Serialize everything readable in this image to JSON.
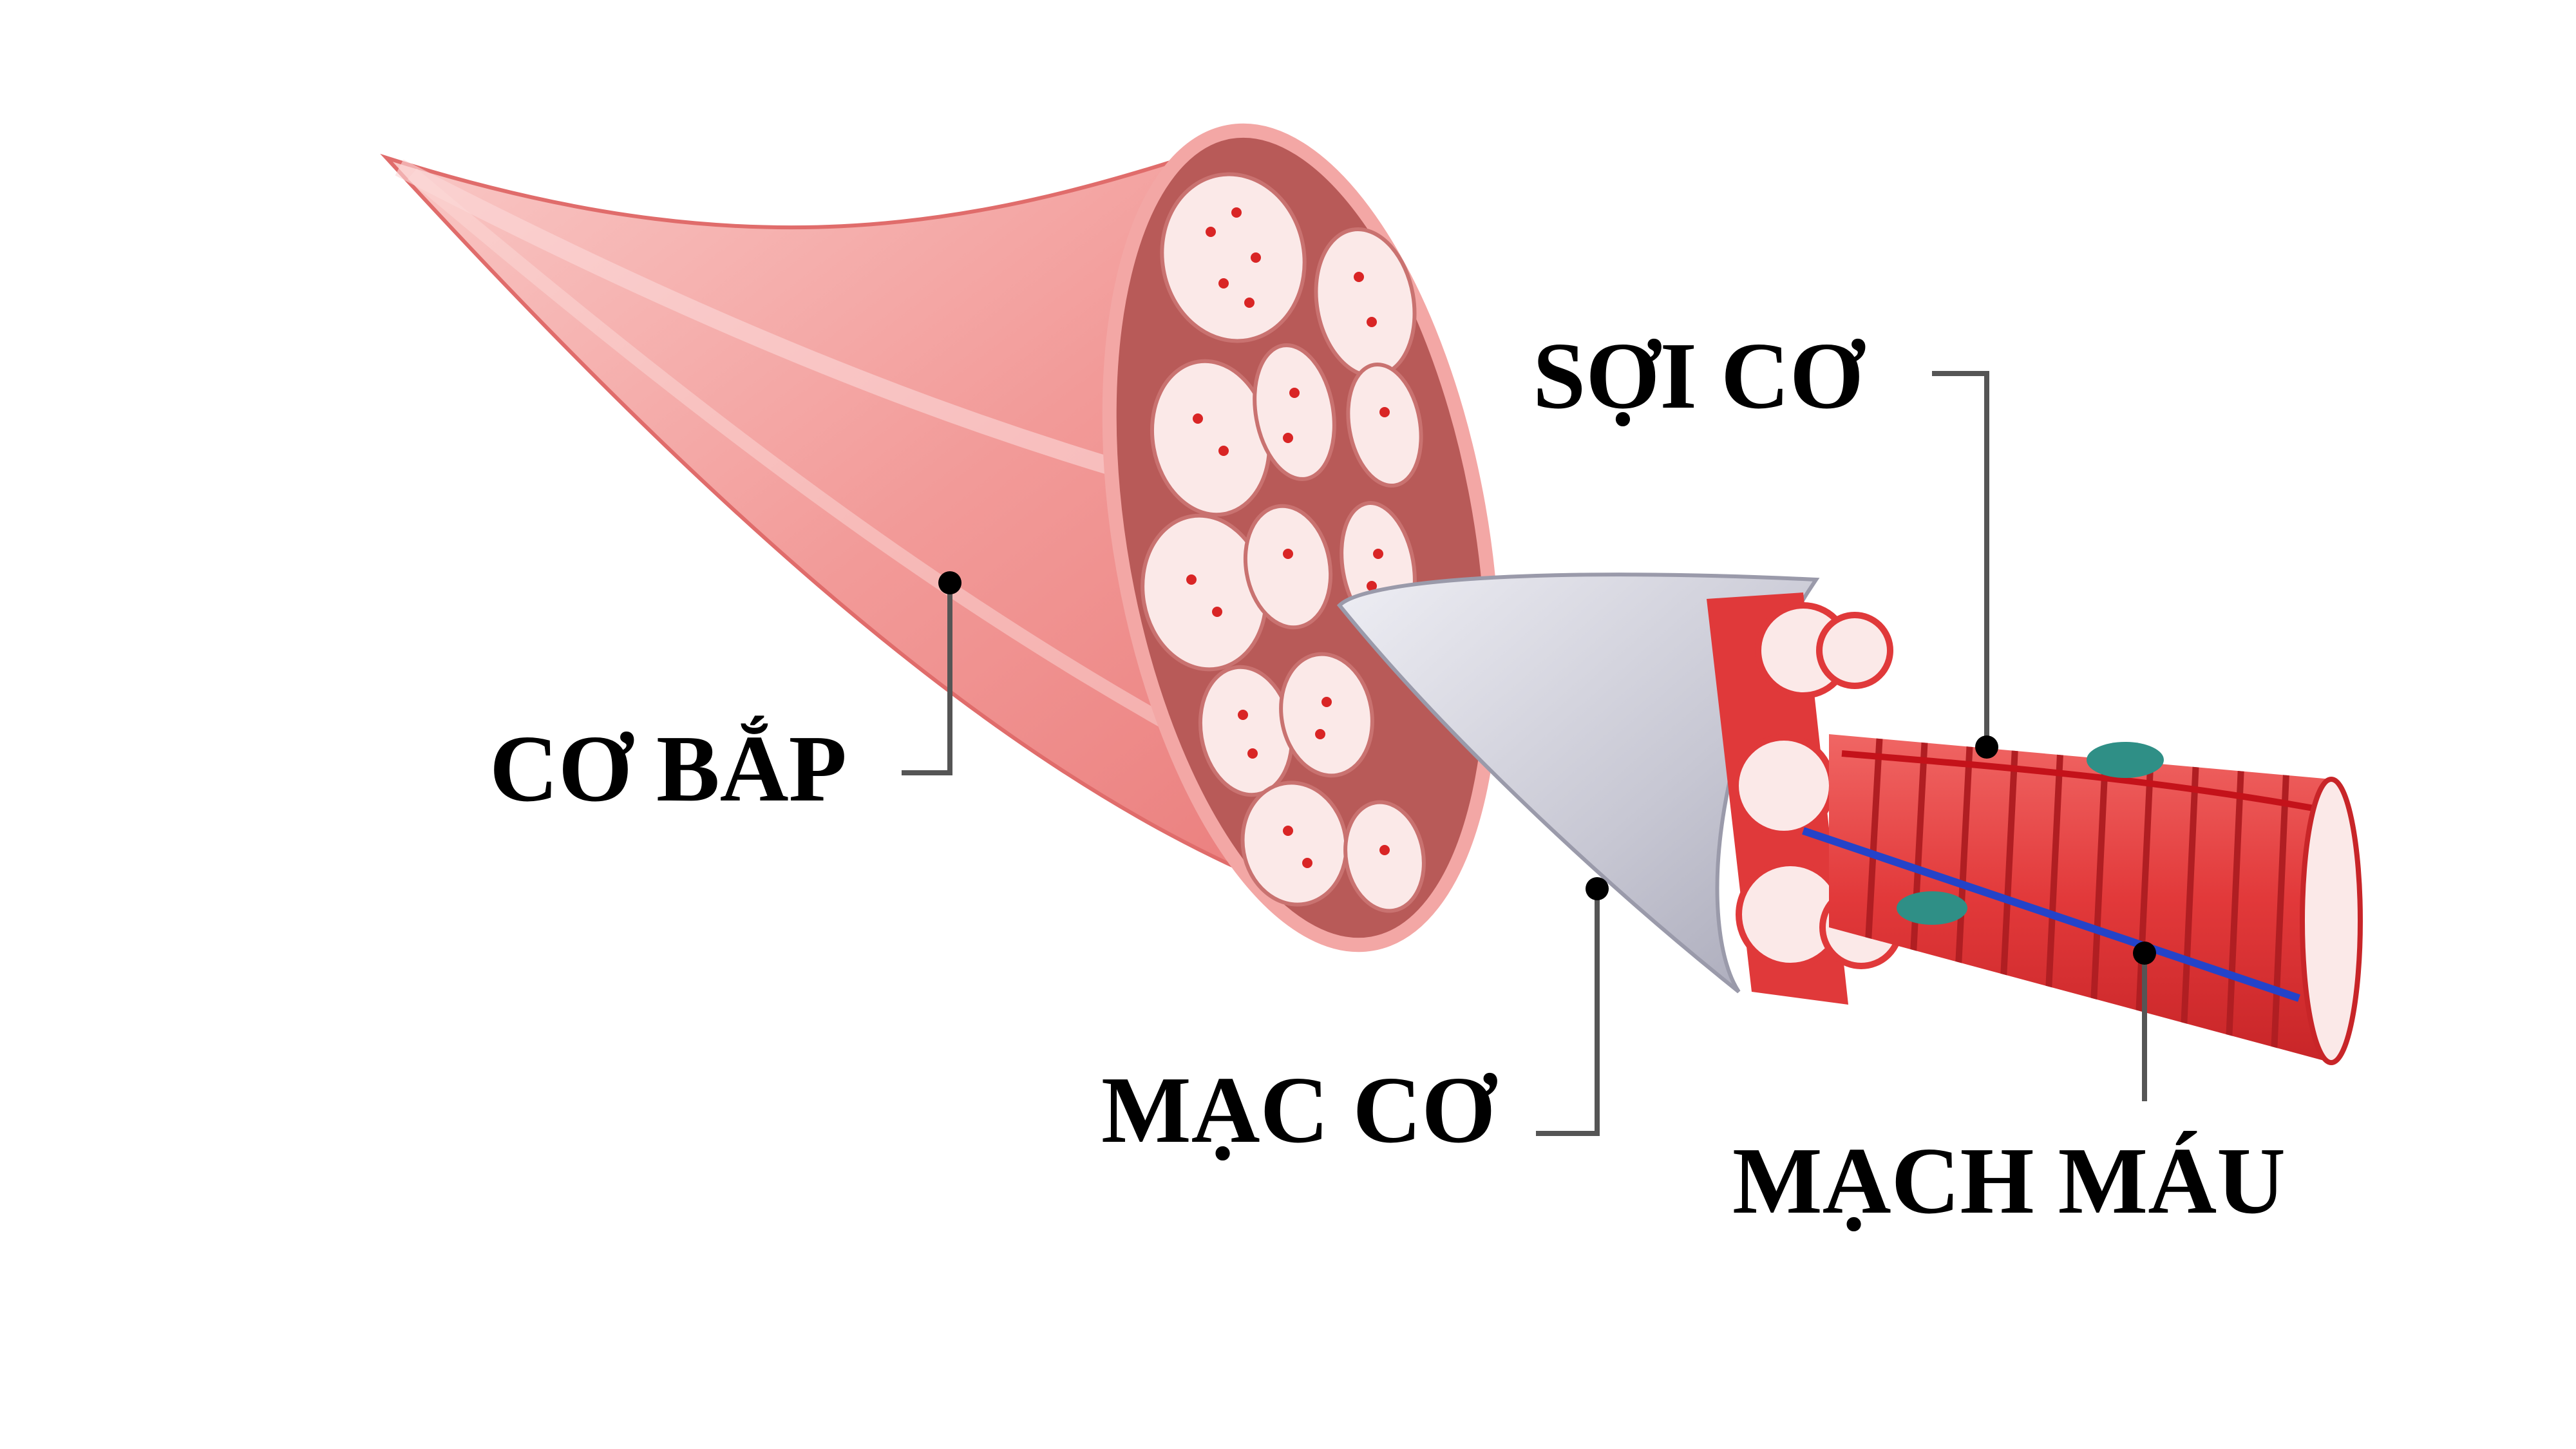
{
  "labels": {
    "muscle": "CƠ BẮP",
    "muscle_fiber": "SỢI CƠ",
    "fascia": "MẠC CƠ",
    "blood_vessel": "MẠCH MÁU"
  },
  "colors": {
    "muscle_light": "#f7b8b6",
    "muscle_mid": "#ef8a88",
    "muscle_dark": "#d9504f",
    "fascicle_fill": "#fbe9e8",
    "fascicle_border": "#b85a58",
    "nucleus_dot": "#d92525",
    "fascia_sheath": "#c9c9d6",
    "fiber_red": "#e0393a",
    "fiber_stripe": "#b01e22",
    "capillary": "#c4121a",
    "vessel_blue": "#2443c9",
    "satellite_cell": "#2f8f86",
    "leader_line": "#555555",
    "text": "#000000"
  }
}
